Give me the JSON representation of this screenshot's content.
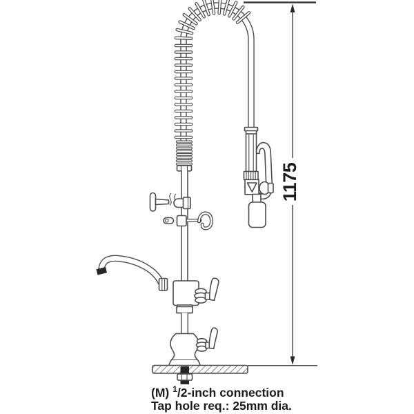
{
  "dimension": {
    "label": "1175"
  },
  "caption": {
    "line1_prefix": "(M) ",
    "line1_sup": "1",
    "line1_rest": "/2-inch connection",
    "line2": "Tap hole req.: 25mm dia."
  },
  "colors": {
    "line": "#4a4a4a",
    "text": "#1c1c1c",
    "background": "#ffffff"
  }
}
